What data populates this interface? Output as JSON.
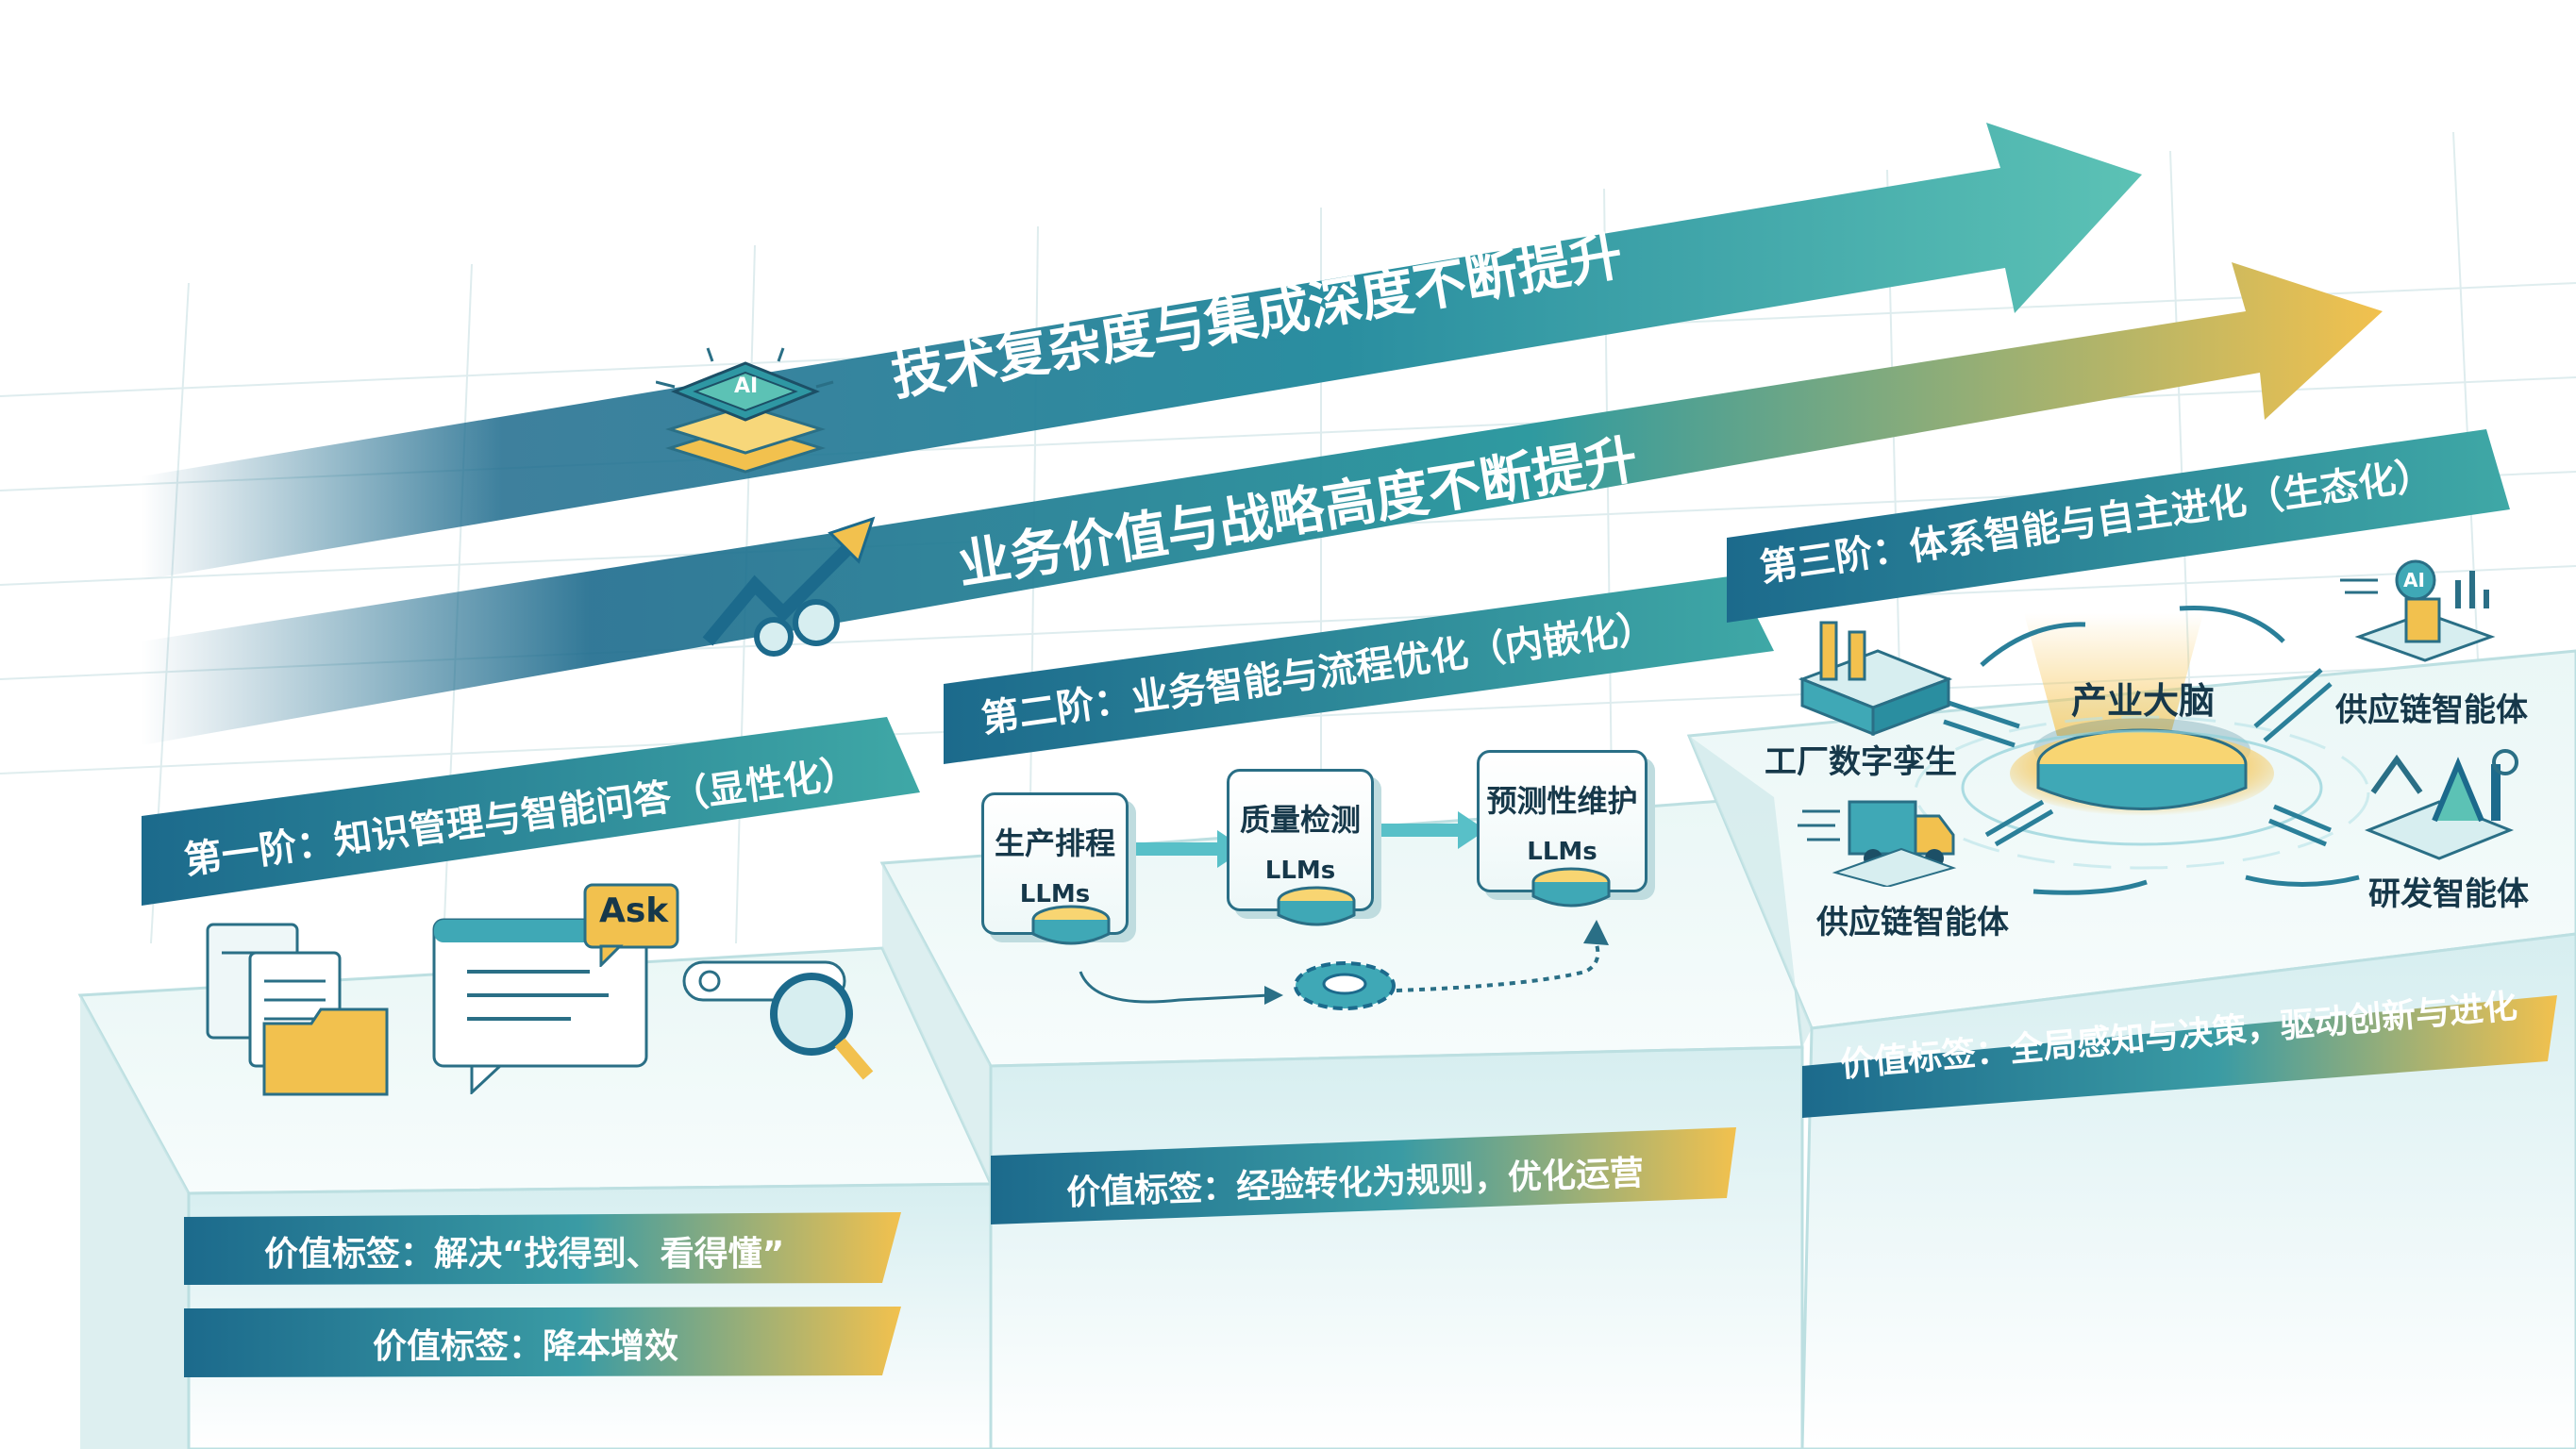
{
  "banners": {
    "tech": "技术复杂度与集成深度不断提升",
    "business": "业务价值与战略高度不断提升"
  },
  "stages": [
    {
      "label": "第一阶：知识管理与智能问答（显性化）",
      "ask_badge": "Ask",
      "value_tags": [
        "价值标签：解决“找得到、看得懂”",
        "价值标签：降本增效"
      ]
    },
    {
      "label": "第二阶：业务智能与流程优化（内嵌化）",
      "cards": [
        {
          "title": "生产排程",
          "llm": "LLMs"
        },
        {
          "title": "质量检测",
          "llm": "LLMs"
        },
        {
          "title": "预测性维护",
          "llm": "LLMs"
        }
      ],
      "value_tag": "价值标签：经验转化为规则，优化运营"
    },
    {
      "label": "第三阶：体系智能与自主进化（生态化）",
      "core": "产业大脑",
      "nodes": {
        "factory": "工厂数字孪生",
        "supply_left": "供应链智能体",
        "supply_right": "供应链智能体",
        "rnd": "研发智能体"
      },
      "ai_badge": "AI",
      "value_tag": "价值标签：全局感知与决策，驱动创新与进化"
    }
  ],
  "colors": {
    "teal_dark": "#1c6a8c",
    "teal": "#2e97a3",
    "teal_light": "#58c0b6",
    "gold": "#f2c14e"
  }
}
